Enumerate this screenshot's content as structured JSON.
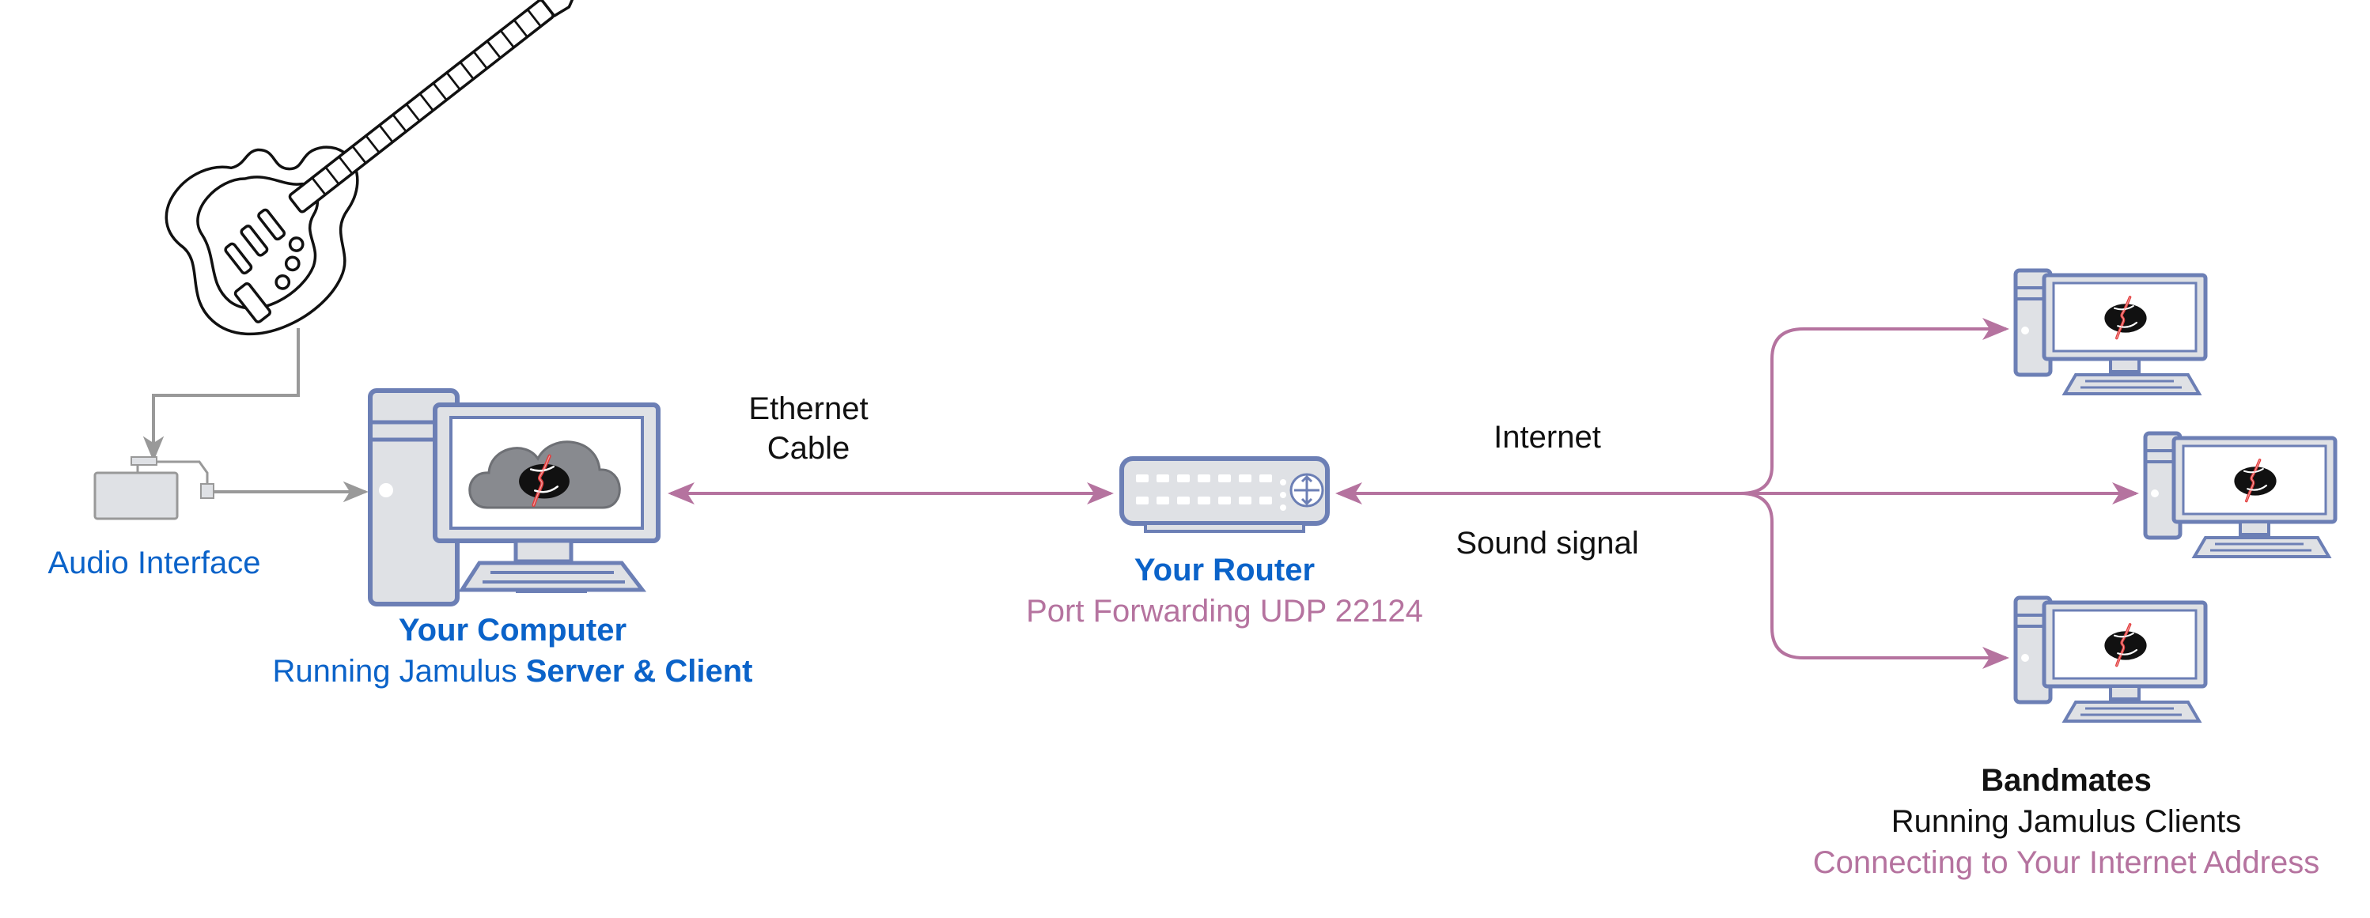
{
  "labels": {
    "audio_interface": "Audio Interface",
    "computer_title": "Your Computer",
    "computer_subtitle_prefix": "Running Jamulus ",
    "computer_subtitle_bold": "Server & Client",
    "ethernet_line1": "Ethernet",
    "ethernet_line2": "Cable",
    "router_title": "Your Router",
    "router_subtitle": "Port Forwarding UDP 22124",
    "internet": "Internet",
    "sound_signal": "Sound signal",
    "bandmates_title": "Bandmates",
    "bandmates_subtitle": "Running Jamulus Clients",
    "bandmates_connect": "Connecting to Your Internet Address"
  },
  "colors": {
    "blue_text": "#0b63c9",
    "pink_text": "#b5739f",
    "arrow_pink": "#b5739f",
    "cable_gray": "#999999",
    "device_stroke": "#6c7fb5",
    "device_fill": "#dfe1e5",
    "screen_fill": "#ffffff",
    "black_text": "#111111"
  },
  "icons": {
    "guitar": "electric-guitar-icon",
    "audio_interface": "audio-interface-icon",
    "computer": "desktop-computer-icon",
    "cloud_logo": "jamulus-cloud-logo-icon",
    "router": "router-icon",
    "client_logo": "jamulus-logo-icon"
  }
}
